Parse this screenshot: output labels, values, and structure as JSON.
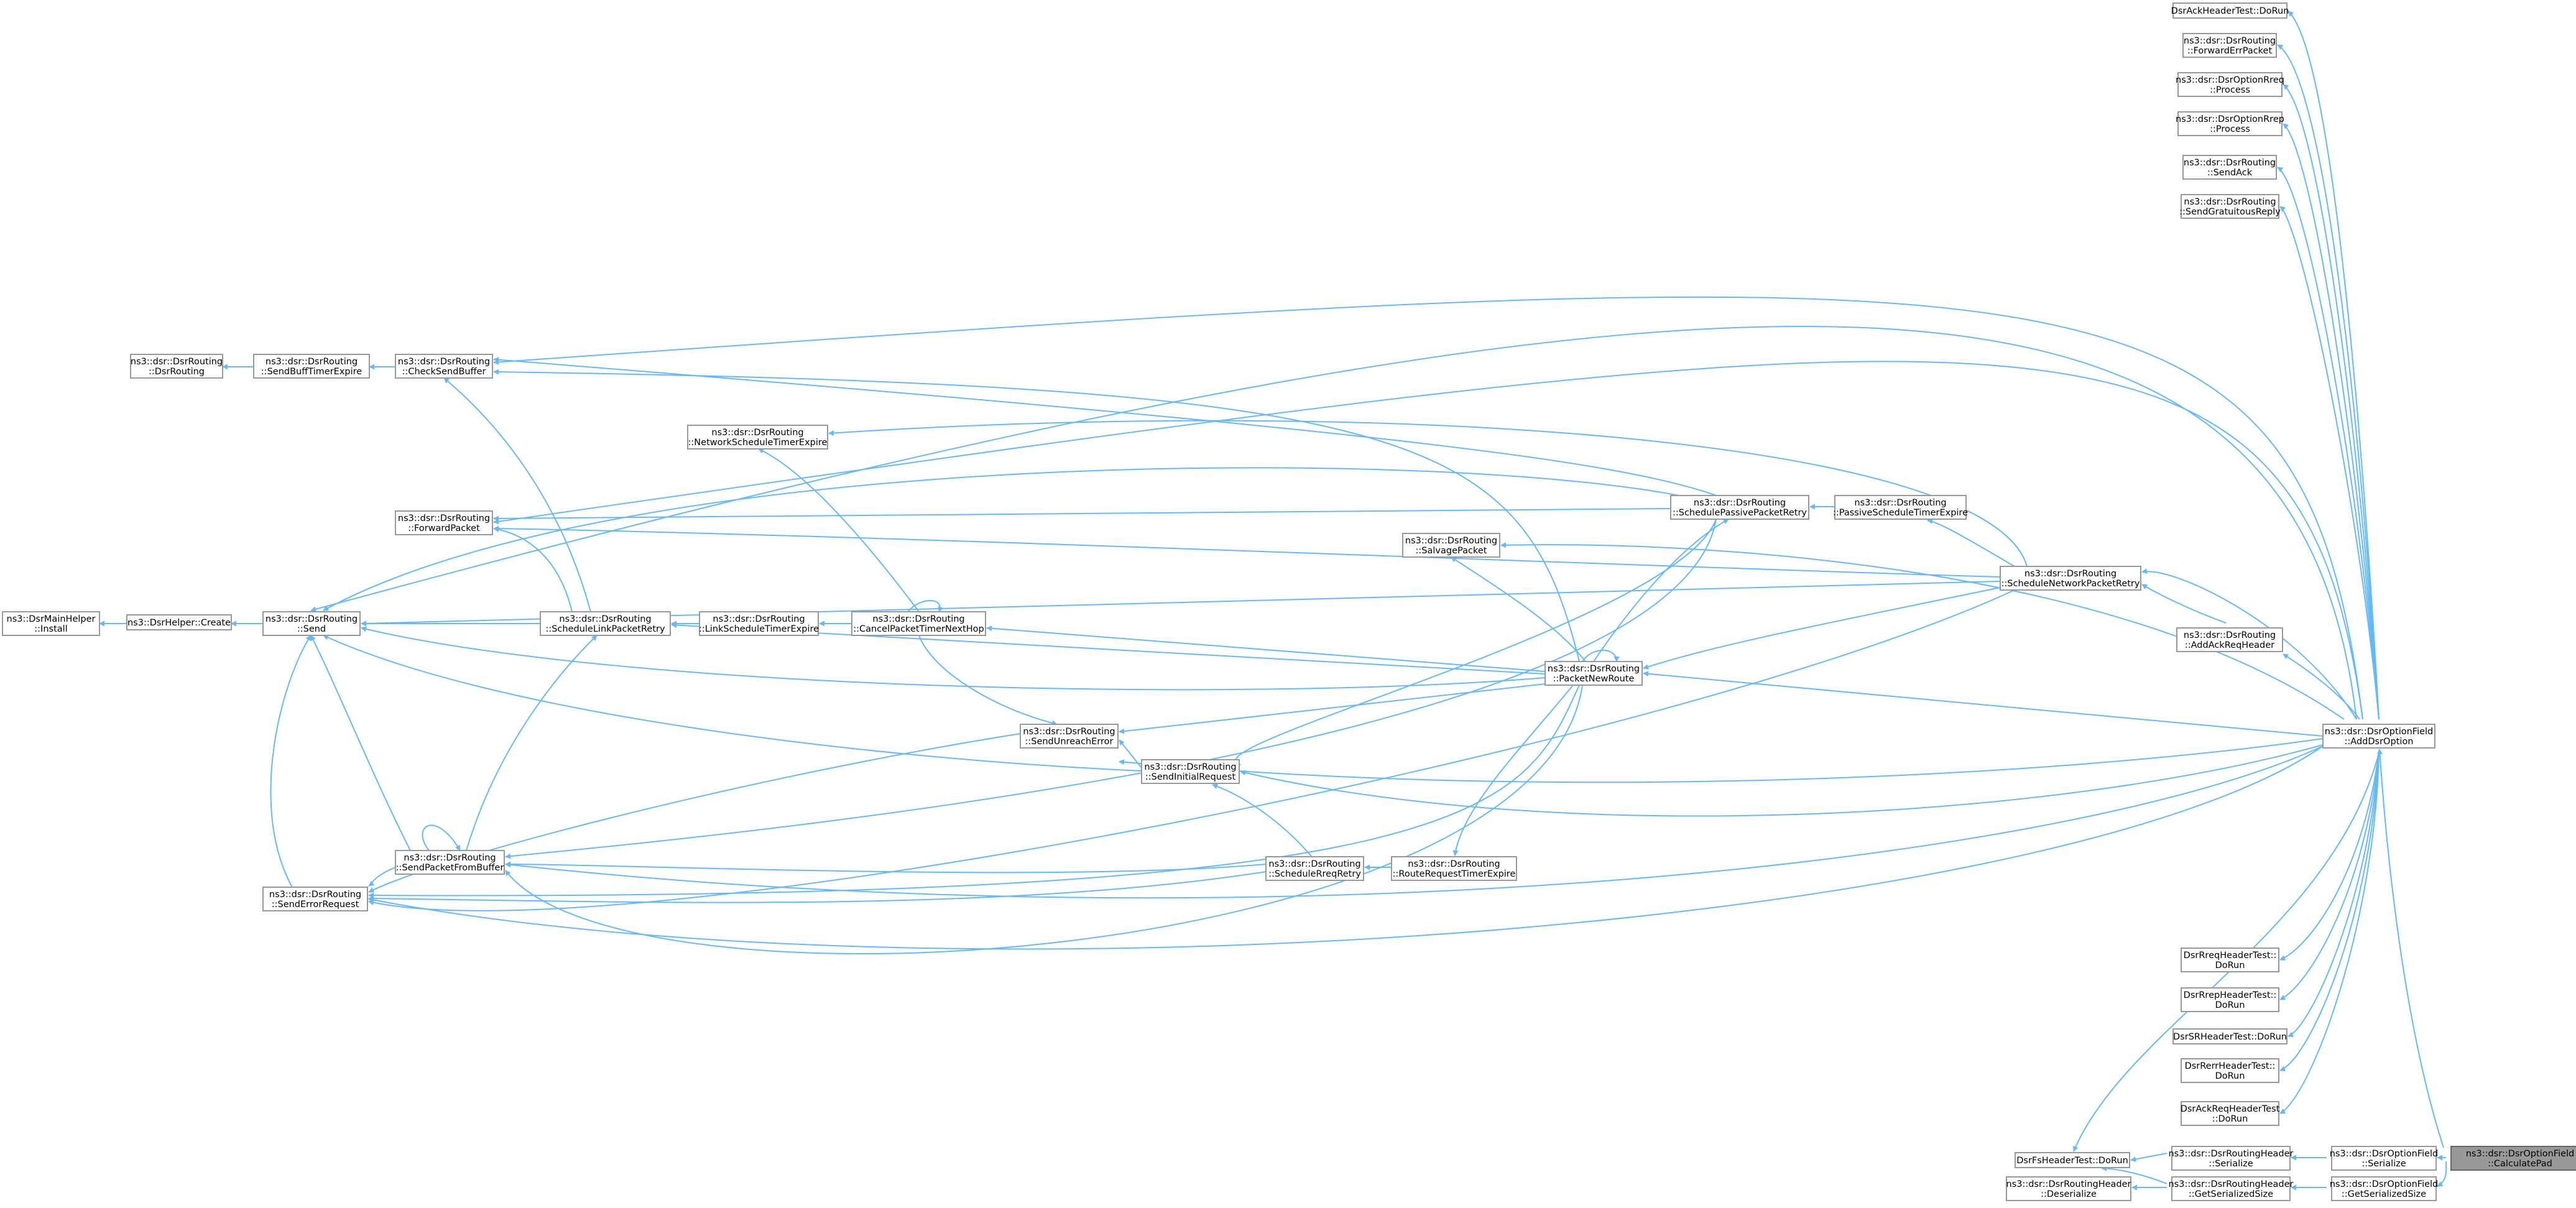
{
  "graph": {
    "nodes": {
      "root": [
        "ns3::dsr::DsrOptionField",
        "::CalculatePad"
      ],
      "ser": [
        "ns3::dsr::DsrOptionField",
        "::Serialize"
      ],
      "gss": [
        "ns3::dsr::DsrOptionField",
        "::GetSerializedSize"
      ],
      "add": [
        "ns3::dsr::DsrOptionField",
        "::AddDsrOption"
      ],
      "rhser": [
        "ns3::dsr::DsrRoutingHeader",
        "::Serialize"
      ],
      "rhgss": [
        "ns3::dsr::DsrRoutingHeader",
        "::GetSerializedSize"
      ],
      "rhdes": [
        "ns3::dsr::DsrRoutingHeader",
        "::Deserialize"
      ],
      "fs": [
        "DsrFsHeaderTest::DoRun"
      ],
      "ack": [
        "DsrAckHeaderTest::DoRun"
      ],
      "fwderr": [
        "ns3::dsr::DsrRouting",
        "::ForwardErrPacket"
      ],
      "rreqp": [
        "ns3::dsr::DsrOptionRreq",
        "::Process"
      ],
      "rrepp": [
        "ns3::dsr::DsrOptionRrep",
        "::Process"
      ],
      "sack": [
        "ns3::dsr::DsrRouting",
        "::SendAck"
      ],
      "sgr": [
        "ns3::dsr::DsrRouting",
        "::SendGratuitousReply"
      ],
      "rreqt": [
        "DsrRreqHeaderTest::",
        "DoRun"
      ],
      "rrept": [
        "DsrRrepHeaderTest::",
        "DoRun"
      ],
      "srt": [
        "DsrSRHeaderTest::DoRun"
      ],
      "rert": [
        "DsrRerrHeaderTest::",
        "DoRun"
      ],
      "ackrt": [
        "DsrAckReqHeaderTest",
        "::DoRun"
      ],
      "aar": [
        "ns3::dsr::DsrRouting",
        "::AddAckReqHeader"
      ],
      "snpr": [
        "ns3::dsr::DsrRouting",
        "::ScheduleNetworkPacketRetry"
      ],
      "spte": [
        "ns3::dsr::DsrRouting",
        "::PassiveScheduleTimerExpire"
      ],
      "sppr": [
        "ns3::dsr::DsrRouting",
        "::SchedulePassivePacketRetry"
      ],
      "salv": [
        "ns3::dsr::DsrRouting",
        "::SalvagePacket"
      ],
      "pnr": [
        "ns3::dsr::DsrRouting",
        "::PacketNewRoute"
      ],
      "nste": [
        "ns3::dsr::DsrRouting",
        "::NetworkScheduleTimerExpire"
      ],
      "cptnh": [
        "ns3::dsr::DsrRouting",
        "::CancelPacketTimerNextHop"
      ],
      "lste": [
        "ns3::dsr::DsrRouting",
        "::LinkScheduleTimerExpire"
      ],
      "slpr": [
        "ns3::dsr::DsrRouting",
        "::ScheduleLinkPacketRetry"
      ],
      "sue": [
        "ns3::dsr::DsrRouting",
        "::SendUnreachError"
      ],
      "sir": [
        "ns3::dsr::DsrRouting",
        "::SendInitialRequest"
      ],
      "srr": [
        "ns3::dsr::DsrRouting",
        "::ScheduleRreqRetry"
      ],
      "rrte": [
        "ns3::dsr::DsrRouting",
        "::RouteRequestTimerExpire"
      ],
      "spfb": [
        "ns3::dsr::DsrRouting",
        "::SendPacketFromBuffer"
      ],
      "ser2": [
        "ns3::dsr::DsrRouting",
        "::SendErrorRequest"
      ],
      "csb": [
        "ns3::dsr::DsrRouting",
        "::CheckSendBuffer"
      ],
      "fp": [
        "ns3::dsr::DsrRouting",
        "::ForwardPacket"
      ],
      "send": [
        "ns3::dsr::DsrRouting",
        "::Send"
      ],
      "sbte": [
        "ns3::dsr::DsrRouting",
        "::SendBuffTimerExpire"
      ],
      "dsrr": [
        "ns3::dsr::DsrRouting",
        "::DsrRouting"
      ],
      "create": [
        "ns3::DsrHelper::Create"
      ],
      "install": [
        "ns3::DsrMainHelper",
        "::Install"
      ]
    }
  },
  "colors": {
    "edge": "#63b8ff",
    "node_border": "#999999",
    "highlight_fill": "#999999"
  }
}
